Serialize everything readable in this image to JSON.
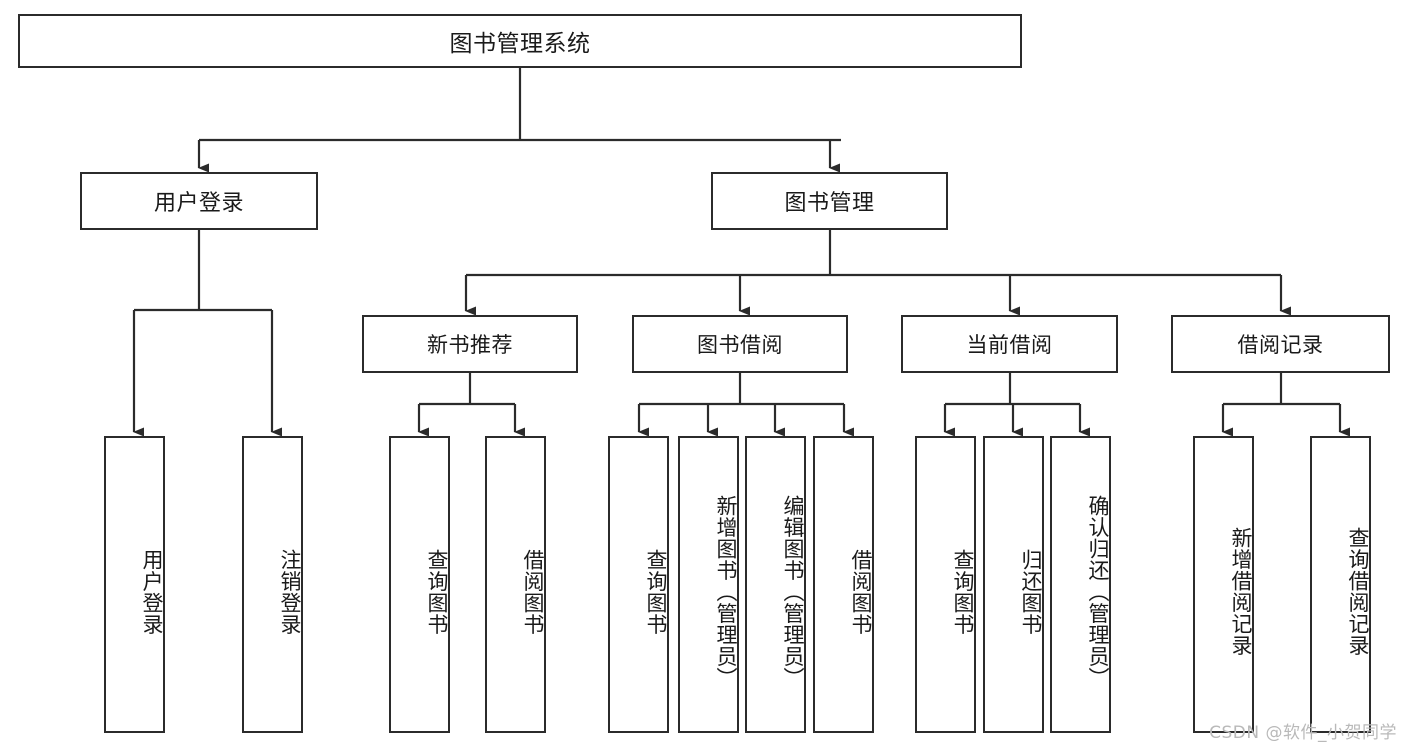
{
  "diagram": {
    "title": "图书管理系统",
    "type": "tree",
    "watermark": "CSDN @软件_小贺同学",
    "colors": {
      "box_border": "#2b2b2b",
      "box_fill": "#ffffff",
      "edge": "#2b2b2b",
      "text": "#1a1a1a",
      "watermark": "#b9b9b9",
      "background": "#ffffff"
    },
    "root": {
      "label": "图书管理系统"
    },
    "level2": [
      {
        "label": "用户登录"
      },
      {
        "label": "图书管理"
      }
    ],
    "level3": [
      {
        "label": "新书推荐"
      },
      {
        "label": "图书借阅"
      },
      {
        "label": "当前借阅"
      },
      {
        "label": "借阅记录"
      }
    ],
    "leaves": {
      "user_login": [
        {
          "label": "用户登录"
        },
        {
          "label": "注销登录"
        }
      ],
      "new_book_recommend": [
        {
          "label": "查询图书"
        },
        {
          "label": "借阅图书"
        }
      ],
      "book_borrow": [
        {
          "label": "查询图书"
        },
        {
          "label": "新增图书（管理员）"
        },
        {
          "label": "编辑图书（管理员）"
        },
        {
          "label": "借阅图书"
        }
      ],
      "current_borrow": [
        {
          "label": "查询图书"
        },
        {
          "label": "归还图书"
        },
        {
          "label": "确认归还（管理员）"
        }
      ],
      "borrow_record": [
        {
          "label": "新增借阅记录"
        },
        {
          "label": "查询借阅记录"
        }
      ]
    }
  }
}
